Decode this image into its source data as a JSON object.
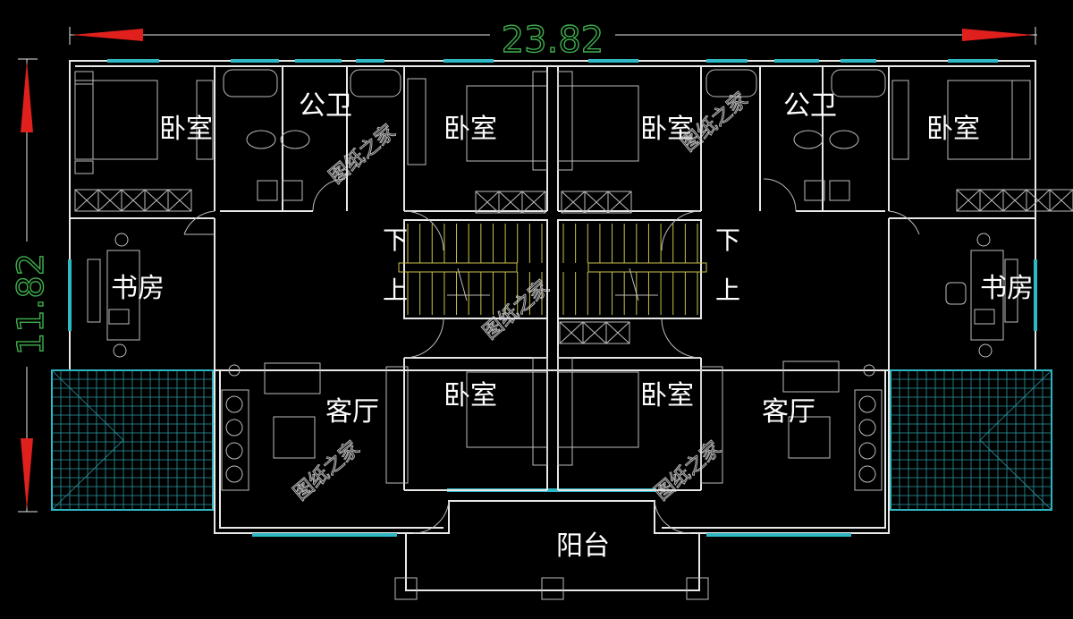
{
  "dimensions": {
    "width": "23.82",
    "height": "11.82"
  },
  "rooms": {
    "bedroom_tl": "卧室",
    "bath_tl": "公卫",
    "bedroom_tc_left": "卧室",
    "bedroom_tc_right": "卧室",
    "bath_tr": "公卫",
    "bedroom_tr": "卧室",
    "study_left": "书房",
    "study_right": "书房",
    "living_left": "客厅",
    "living_right": "客厅",
    "bedroom_bc_left": "卧室",
    "bedroom_bc_right": "卧室",
    "balcony": "阳台"
  },
  "stairs": {
    "left_down": "下",
    "left_up": "上",
    "right_down": "下",
    "right_up": "上"
  },
  "watermark": "图纸之家",
  "colors": {
    "background": "#000000",
    "walls": "#e8e8e8",
    "windows": "#2fb8c4",
    "stairs": "#c9c24a",
    "dimension_arrows": "#e0201c",
    "dimension_text": "#3fae4c"
  }
}
